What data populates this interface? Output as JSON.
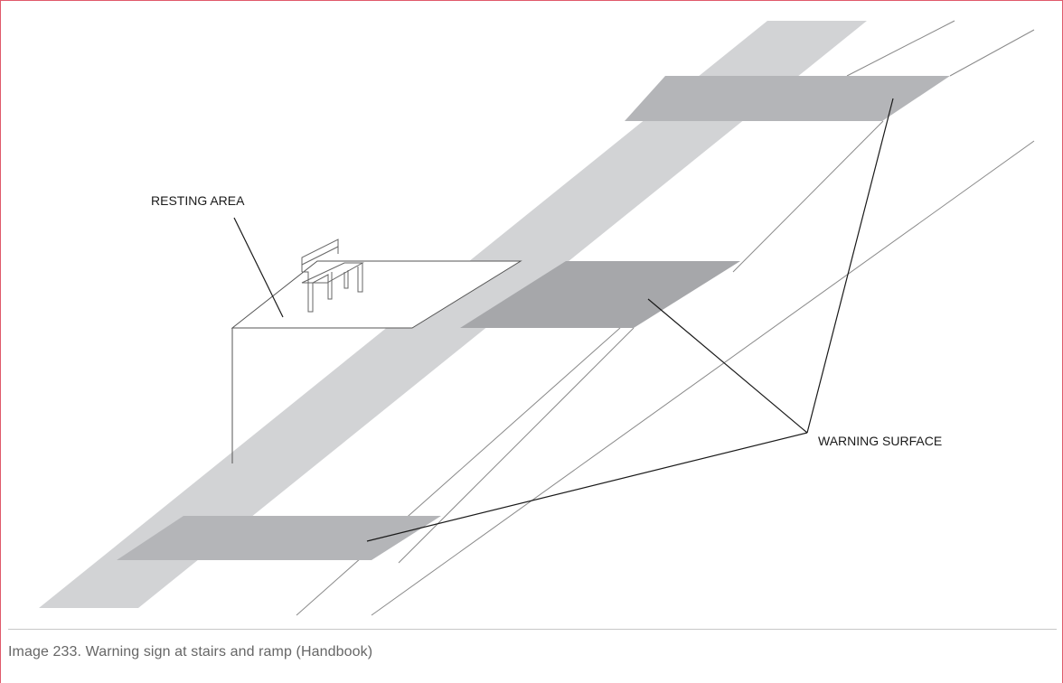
{
  "labels": {
    "resting_area": "RESTING AREA",
    "warning_surface": "WARNING SURFACE"
  },
  "caption": "Image 233. Warning sign at stairs and ramp (Handbook)",
  "colors": {
    "ramp": "#d2d3d5",
    "warning_light": "#b4b5b8",
    "warning_dark": "#a6a7aa",
    "line": "#1a1a1a",
    "thin_line": "#8a8a8a",
    "frame": "#e05a6b"
  }
}
